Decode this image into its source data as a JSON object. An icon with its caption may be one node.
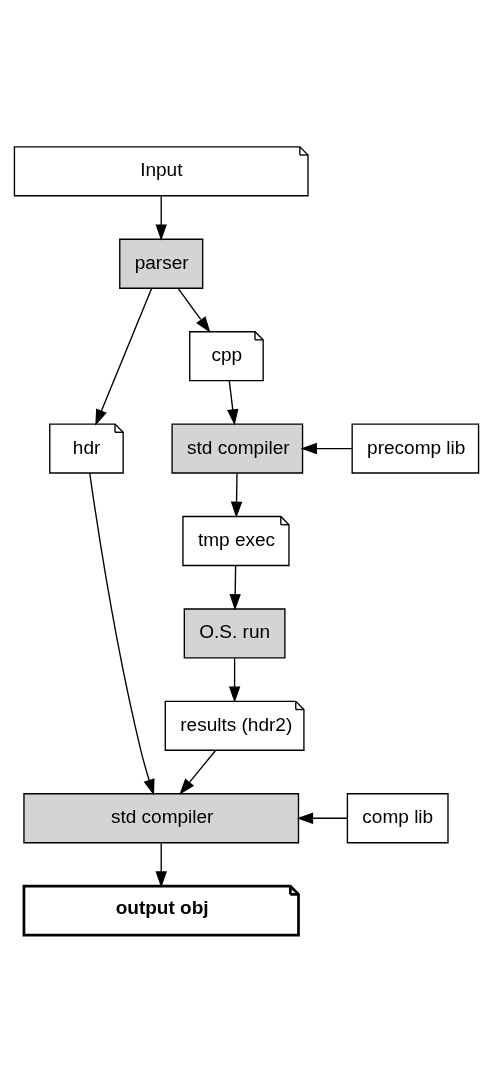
{
  "diagram": {
    "nodes": [
      {
        "text": [
          "Input"
        ]
      },
      {
        "text": [
          "parser"
        ]
      },
      {
        "text": [
          "hdr"
        ]
      },
      {
        "text": [
          "cpp"
        ]
      },
      {
        "text": [
          "std compiler"
        ]
      },
      {
        "text": [
          "precomp lib"
        ]
      },
      {
        "text": [
          "tmp exec"
        ]
      },
      {
        "text": [
          "O.S. run"
        ]
      },
      {
        "text": [
          "results (hdr2)"
        ]
      },
      {
        "text": [
          "std compiler"
        ]
      },
      {
        "text": [
          "comp lib"
        ]
      },
      {
        "text": [
          "output obj"
        ]
      }
    ],
    "edges": [
      {
        "from": 0,
        "to": 1,
        "arrow": "to"
      },
      {
        "from": 1,
        "to": 2,
        "arrow": "to"
      },
      {
        "from": 1,
        "to": 3,
        "arrow": "to"
      },
      {
        "from": 3,
        "to": 4,
        "arrow": "to"
      },
      {
        "from": 5,
        "to": 4,
        "arrow": "to"
      },
      {
        "from": 4,
        "to": 6,
        "arrow": "to"
      },
      {
        "from": 6,
        "to": 7,
        "arrow": "to"
      },
      {
        "from": 7,
        "to": 8,
        "arrow": "to"
      },
      {
        "from": 2,
        "to": 9,
        "arrow": "to"
      },
      {
        "from": 8,
        "to": 9,
        "arrow": "to"
      },
      {
        "from": 10,
        "to": 9,
        "arrow": "to"
      },
      {
        "from": 9,
        "to": 11,
        "arrow": "to"
      }
    ]
  }
}
